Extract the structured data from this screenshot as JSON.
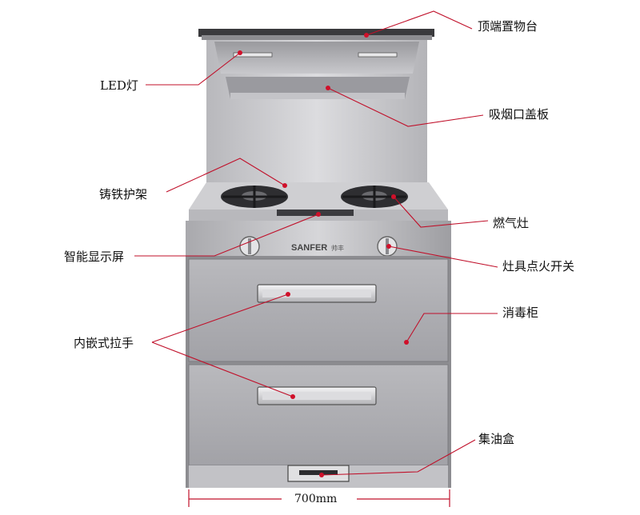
{
  "labels": {
    "top_shelf": "顶端置物台",
    "led": "LED灯",
    "hood_cover": "吸烟口盖板",
    "iron_rack": "铸铁护架",
    "burner": "燃气灶",
    "display": "智能显示屏",
    "ignition_switch": "灶具点火开关",
    "disinfection_cabinet": "消毒柜",
    "handle": "内嵌式拉手",
    "oil_box": "集油盒"
  },
  "dimension": {
    "width_text": "700mm"
  },
  "brand": {
    "name": "SANFER",
    "sub": "帅丰"
  },
  "colors": {
    "leader_line": "#c0102a",
    "dot": "#d0102a",
    "steel_light": "#d4d4d6",
    "steel_mid": "#b0b0b4",
    "steel_dark": "#6e6e72"
  }
}
